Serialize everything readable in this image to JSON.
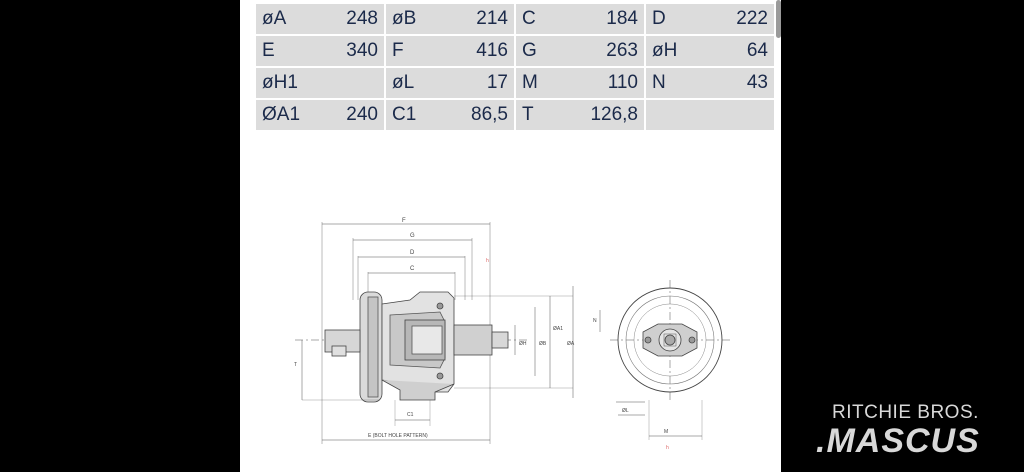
{
  "spec_table": {
    "rows": [
      [
        {
          "key": "øA",
          "value": "248"
        },
        {
          "key": "øB",
          "value": "214"
        },
        {
          "key": "C",
          "value": "184"
        },
        {
          "key": "D",
          "value": "222"
        }
      ],
      [
        {
          "key": "E",
          "value": "340"
        },
        {
          "key": "F",
          "value": "416"
        },
        {
          "key": "G",
          "value": "263"
        },
        {
          "key": "øH",
          "value": "64"
        }
      ],
      [
        {
          "key": "øH1",
          "value": ""
        },
        {
          "key": "øL",
          "value": "17"
        },
        {
          "key": "M",
          "value": "110"
        },
        {
          "key": "N",
          "value": "43"
        }
      ],
      [
        {
          "key": "ØA1",
          "value": "240"
        },
        {
          "key": "C1",
          "value": "86,5"
        },
        {
          "key": "T",
          "value": "126,8"
        },
        {
          "key": "",
          "value": ""
        }
      ]
    ]
  },
  "drawing": {
    "labels": {
      "f": "F",
      "g": "G",
      "d": "D",
      "c": "C",
      "c1": "C1",
      "e": "E (BOLT HOLE PATTERN)",
      "t": "T",
      "oh": "ØH",
      "ob": "ØB",
      "oa1": "ØA1",
      "oa": "ØA",
      "n": "N",
      "ol": "ØL",
      "m": "M",
      "h": "h"
    }
  },
  "watermark": {
    "line1": "RITCHIE BROS.",
    "line2": ".MASCUS"
  }
}
